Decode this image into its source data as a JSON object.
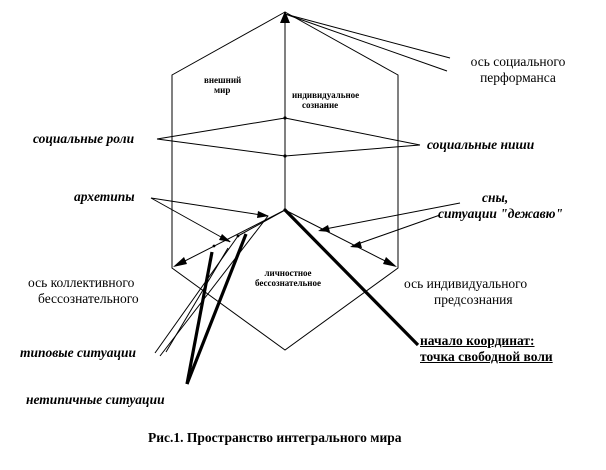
{
  "labels": {
    "axis_social_performance": [
      "ось социального",
      "перформанса"
    ],
    "social_roles": "социальные роли",
    "social_niches": "социальные ниши",
    "archetypes": "архетипы",
    "dreams": [
      "сны,",
      "ситуации \"дежавю\""
    ],
    "axis_collective": [
      "ось коллективного",
      "бессознательного"
    ],
    "axis_individual": [
      "ось индивидуального",
      "предсознания"
    ],
    "typical_situations": "типовые ситуации",
    "atypical_situations": "нетипичные ситуации",
    "origin": [
      "начало координат:",
      "точка свободной воли"
    ],
    "external_world": [
      "внешний",
      "мир"
    ],
    "individual_consciousness": [
      "индивидуальное",
      "сознание"
    ],
    "personal_unconscious": [
      "личностное",
      "бессознательное"
    ]
  },
  "caption": "Рис.1. Пространство интегрального мира"
}
